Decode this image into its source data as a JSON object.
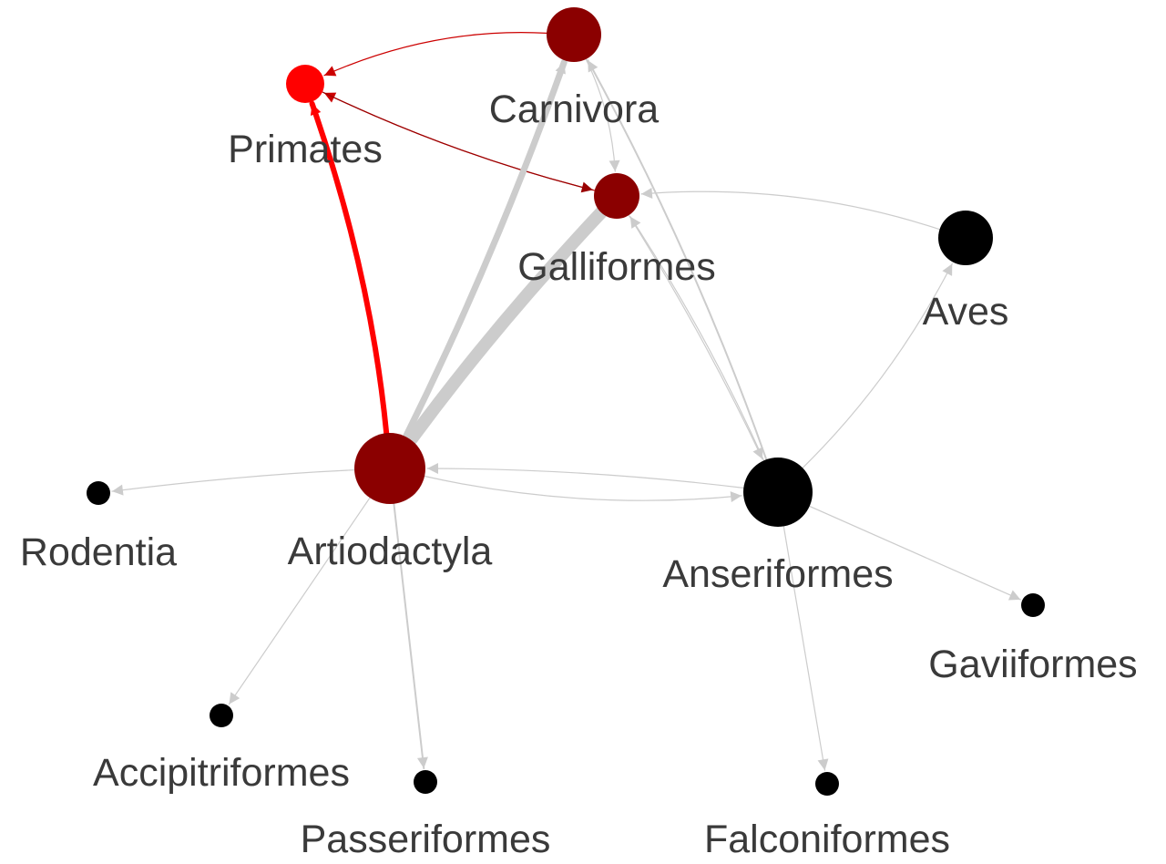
{
  "colors": {
    "background": "#ffffff",
    "edge_default": "#cccccc",
    "edge_highlight": "#ff0000",
    "edge_highlight_dark": "#990000",
    "node_red": "#ff0000",
    "node_dark_red": "#8b0000",
    "node_black": "#000000",
    "label_text": "#3a3a3a"
  },
  "nodes": [
    {
      "id": "primates",
      "label": "Primates",
      "color": "#ff0000"
    },
    {
      "id": "carnivora",
      "label": "Carnivora",
      "color": "#8b0000"
    },
    {
      "id": "galliformes",
      "label": "Galliformes",
      "color": "#8b0000"
    },
    {
      "id": "aves",
      "label": "Aves",
      "color": "#000000"
    },
    {
      "id": "artiodactyla",
      "label": "Artiodactyla",
      "color": "#8b0000"
    },
    {
      "id": "anseriformes",
      "label": "Anseriformes",
      "color": "#000000"
    },
    {
      "id": "rodentia",
      "label": "Rodentia",
      "color": "#000000"
    },
    {
      "id": "gaviiformes",
      "label": "Gaviiformes",
      "color": "#000000"
    },
    {
      "id": "accipitriformes",
      "label": "Accipitriformes",
      "color": "#000000"
    },
    {
      "id": "passeriformes",
      "label": "Passeriformes",
      "color": "#000000"
    },
    {
      "id": "falconiformes",
      "label": "Falconiformes",
      "color": "#000000"
    }
  ],
  "edges": [
    {
      "source": "artiodactyla",
      "target": "primates",
      "color": "#ff0000",
      "weight": 6
    },
    {
      "source": "carnivora",
      "target": "primates",
      "color": "#cc0000",
      "weight": 1
    },
    {
      "source": "galliformes",
      "target": "primates",
      "color": "#cc0000",
      "weight": 1
    },
    {
      "source": "primates",
      "target": "galliformes",
      "color": "#990000",
      "weight": 1
    },
    {
      "source": "artiodactyla",
      "target": "carnivora",
      "color": "#cccccc",
      "weight": 7
    },
    {
      "source": "galliformes",
      "target": "artiodactyla",
      "color": "#cccccc",
      "weight": 14
    },
    {
      "source": "artiodactyla",
      "target": "galliformes",
      "color": "#cccccc",
      "weight": 3
    },
    {
      "source": "carnivora",
      "target": "galliformes",
      "color": "#cccccc",
      "weight": 1
    },
    {
      "source": "anseriformes",
      "target": "carnivora",
      "color": "#cccccc",
      "weight": 2
    },
    {
      "source": "aves",
      "target": "galliformes",
      "color": "#cccccc",
      "weight": 1
    },
    {
      "source": "galliformes",
      "target": "anseriformes",
      "color": "#cccccc",
      "weight": 1
    },
    {
      "source": "anseriformes",
      "target": "galliformes",
      "color": "#cccccc",
      "weight": 1
    },
    {
      "source": "anseriformes",
      "target": "aves",
      "color": "#cccccc",
      "weight": 1
    },
    {
      "source": "anseriformes",
      "target": "artiodactyla",
      "color": "#cccccc",
      "weight": 1
    },
    {
      "source": "artiodactyla",
      "target": "anseriformes",
      "color": "#cccccc",
      "weight": 1
    },
    {
      "source": "artiodactyla",
      "target": "rodentia",
      "color": "#cccccc",
      "weight": 1
    },
    {
      "source": "artiodactyla",
      "target": "accipitriformes",
      "color": "#cccccc",
      "weight": 1
    },
    {
      "source": "artiodactyla",
      "target": "passeriformes",
      "color": "#cccccc",
      "weight": 2
    },
    {
      "source": "anseriformes",
      "target": "gaviiformes",
      "color": "#cccccc",
      "weight": 1
    },
    {
      "source": "anseriformes",
      "target": "falconiformes",
      "color": "#cccccc",
      "weight": 1
    }
  ]
}
